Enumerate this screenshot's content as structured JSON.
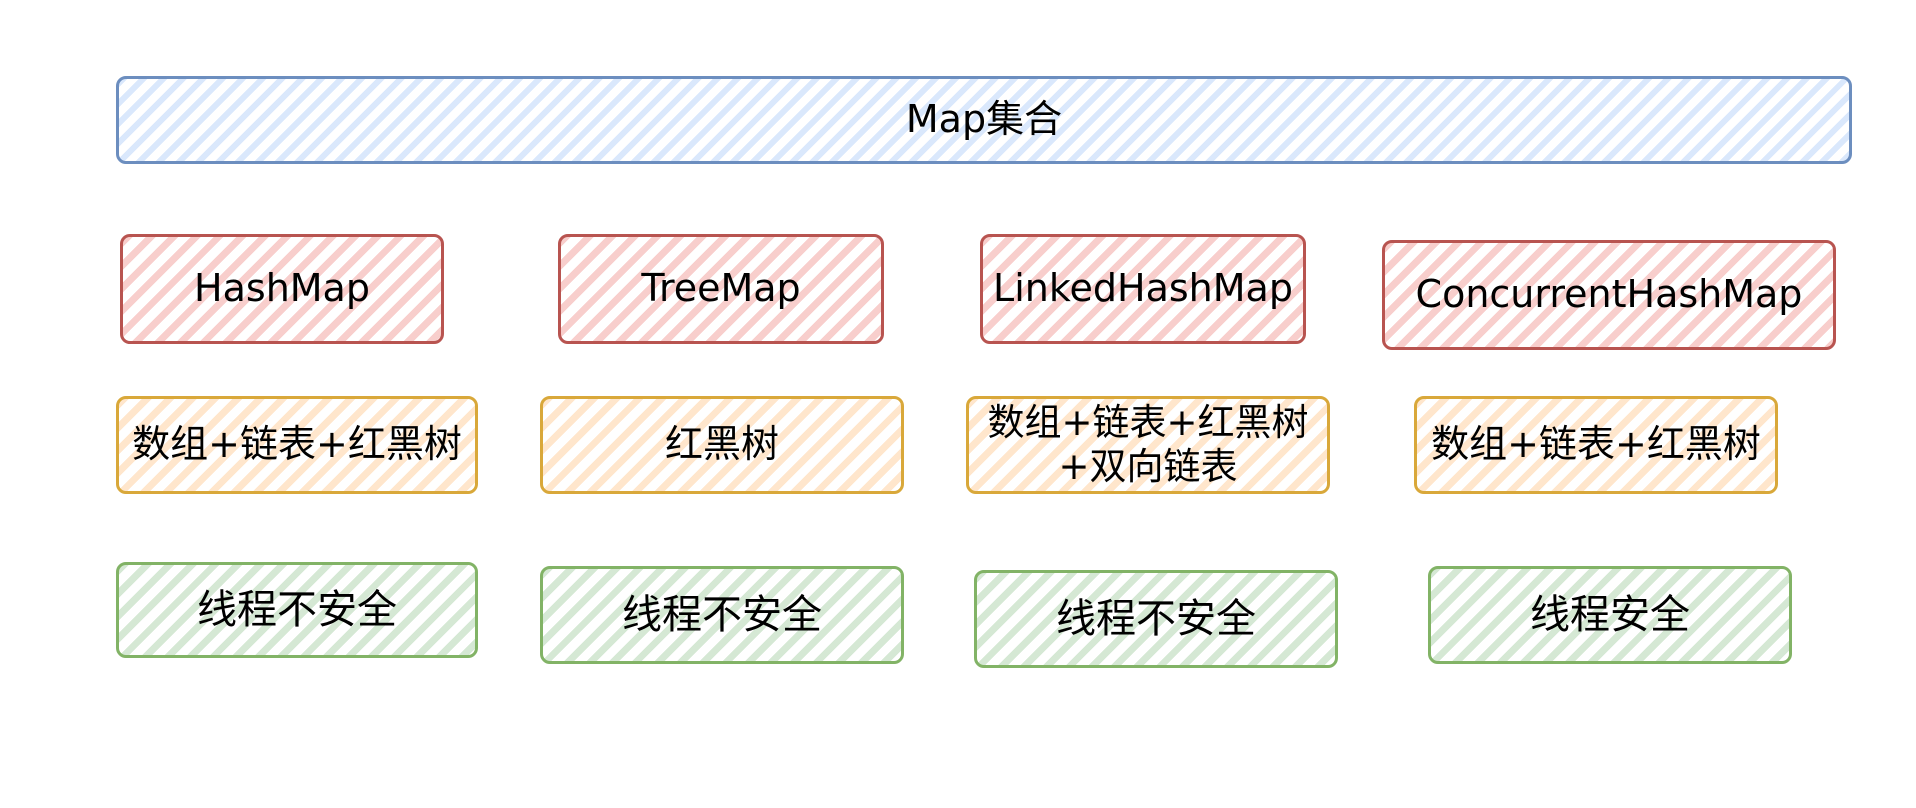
{
  "colors": {
    "blue_stroke": "#6c8ebf",
    "blue_fill": "#dae8fc",
    "red_stroke": "#b85450",
    "red_fill": "#f8cecc",
    "orange_stroke": "#d9a83a",
    "orange_fill": "#ffe6cc",
    "green_stroke": "#82b366",
    "green_fill": "#d5e8d4"
  },
  "root": {
    "label": "Map集合"
  },
  "columns": [
    {
      "impl": "HashMap",
      "structure": "数组+链表+红黑树",
      "safety": "线程不安全"
    },
    {
      "impl": "TreeMap",
      "structure": "红黑树",
      "safety": "线程不安全"
    },
    {
      "impl": "LinkedHashMap",
      "structure": "数组+链表+红黑树\n+双向链表",
      "safety": "线程不安全"
    },
    {
      "impl": "ConcurrentHashMap",
      "structure": "数组+链表+红黑树",
      "safety": "线程安全"
    }
  ]
}
